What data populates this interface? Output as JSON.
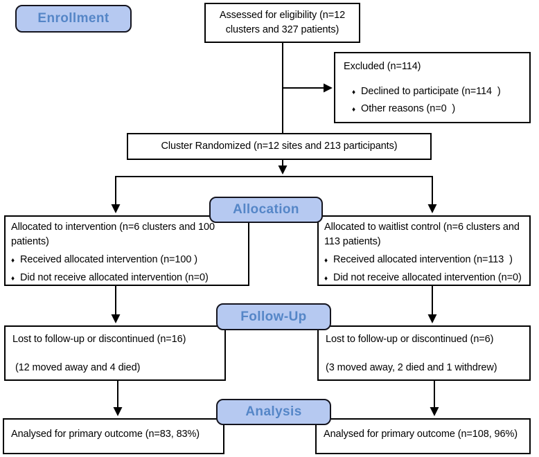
{
  "stages": {
    "enrollment": "Enrollment",
    "allocation": "Allocation",
    "follow_up": "Follow-Up",
    "analysis": "Analysis"
  },
  "bullet_icon": "♦",
  "colors": {
    "stage_fill": "#b6c9f1",
    "stage_text": "#5586c7",
    "stage_border": "#14141e",
    "box_border": "#000000",
    "line": "#000000",
    "background": "#ffffff"
  },
  "boxes": {
    "assessed": {
      "text": "Assessed for eligibility (n=12 clusters and 327 patients)"
    },
    "excluded": {
      "title": "Excluded (n=114)",
      "bullets": [
        "Declined to participate (n=114  )",
        "Other reasons (n=0  )"
      ]
    },
    "randomized": {
      "text": "Cluster Randomized (n=12 sites and 213 participants)"
    },
    "allocated_intervention": {
      "title": "Allocated to intervention (n=6 clusters and 100 patients)",
      "bullets": [
        "Received allocated intervention (n=100 )",
        "Did not receive allocated intervention (n=0)"
      ]
    },
    "allocated_waitlist": {
      "title": "Allocated to waitlist control (n=6 clusters and 113 patients)",
      "bullets": [
        "Received allocated intervention (n=113  )",
        "Did not receive allocated intervention (n=0)"
      ]
    },
    "lost_intervention": {
      "title": "Lost to follow-up or discontinued (n=16)",
      "detail": " (12 moved away and 4 died)"
    },
    "lost_waitlist": {
      "title": "Lost to follow-up or discontinued (n=6)",
      "detail": "(3 moved away, 2 died and 1 withdrew)"
    },
    "analysed_intervention": {
      "text": "Analysed for primary outcome (n=83, 83%)"
    },
    "analysed_waitlist": {
      "text": "Analysed for primary outcome (n=108, 96%)"
    }
  }
}
